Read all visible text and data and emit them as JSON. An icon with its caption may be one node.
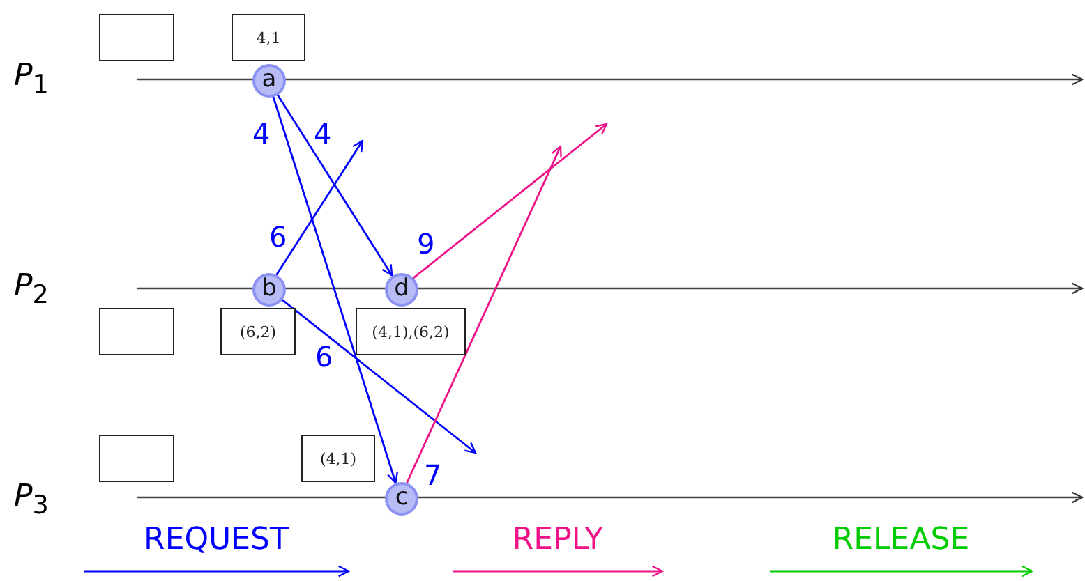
{
  "diagram": {
    "nodes": [
      {
        "text": [],
        "shape": "box"
      },
      {
        "text": [
          "4,1"
        ]
      },
      {
        "text": [
          "a"
        ]
      },
      {
        "text": [
          "b"
        ]
      },
      {
        "text": [
          "d"
        ]
      },
      {
        "text": [],
        "shape": "box"
      },
      {
        "text": [
          "(6,2)"
        ]
      },
      {
        "text": [
          "(4,1),(6,2)"
        ]
      },
      {
        "text": [],
        "shape": "box"
      },
      {
        "text": [
          "(4,1)"
        ]
      },
      {
        "text": [
          "c"
        ]
      }
    ],
    "edges": [
      {
        "from": 2,
        "to": 10,
        "arrow": "to",
        "label": "4"
      },
      {
        "from": 2,
        "to": 4,
        "arrow": "to",
        "label": "4"
      },
      {
        "from": 3,
        "to": null,
        "arrow": "to",
        "label": "6"
      },
      {
        "from": 3,
        "to": null,
        "arrow": "to",
        "label": "6"
      },
      {
        "from": 4,
        "to": null,
        "arrow": "to",
        "label": "9",
        "color": "#ee1188"
      },
      {
        "from": 10,
        "to": null,
        "arrow": "to",
        "label": "7",
        "color": "#ee1188"
      }
    ],
    "labels": [
      "*P*$_{1}$",
      "*P*$_{2}$",
      "*P*$_{3}$"
    ],
    "legend": [
      {
        "text": "REQUEST"
      },
      {
        "text": "REPLY"
      },
      {
        "text": "RELEASE"
      }
    ]
  }
}
